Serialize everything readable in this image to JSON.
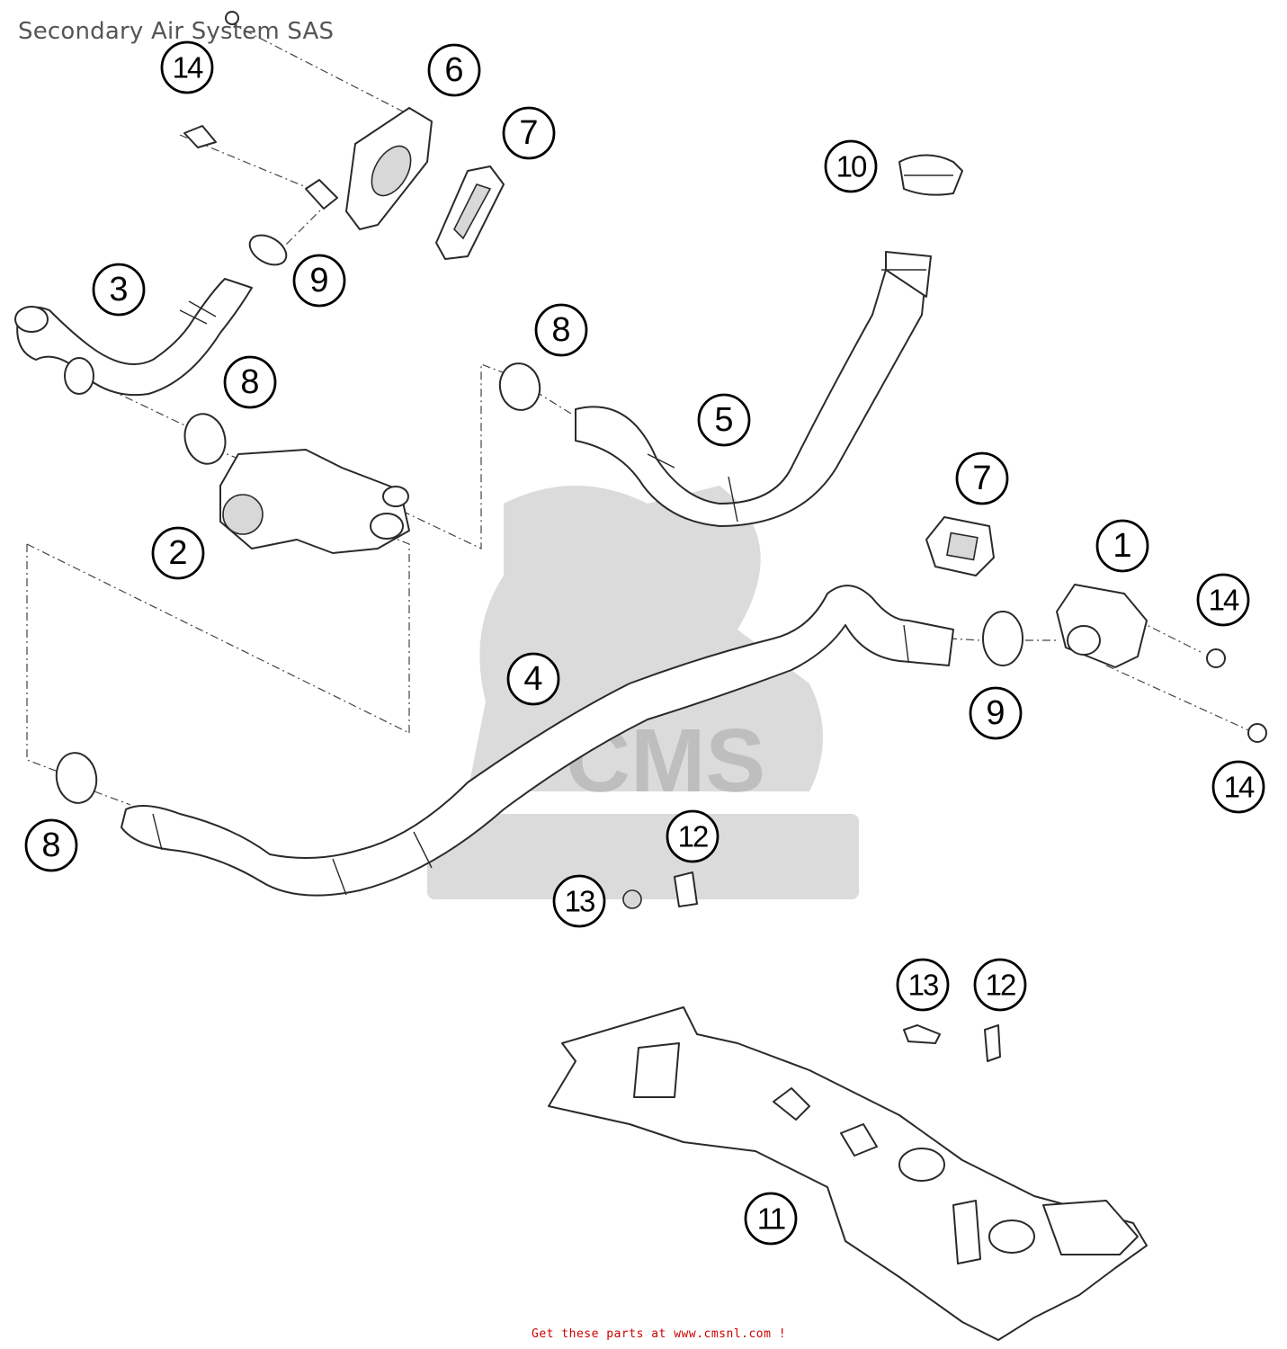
{
  "title": "Secondary Air System SAS",
  "footer_link": "Get these parts at www.cmsnl.com !",
  "watermark_text": "CMS",
  "callouts": [
    {
      "id": "c14a",
      "label": "14"
    },
    {
      "id": "c6",
      "label": "6"
    },
    {
      "id": "c7a",
      "label": "7"
    },
    {
      "id": "c10",
      "label": "10"
    },
    {
      "id": "c3",
      "label": "3"
    },
    {
      "id": "c9a",
      "label": "9"
    },
    {
      "id": "c8a",
      "label": "8"
    },
    {
      "id": "c8b",
      "label": "8"
    },
    {
      "id": "c5",
      "label": "5"
    },
    {
      "id": "c7b",
      "label": "7"
    },
    {
      "id": "c2",
      "label": "2"
    },
    {
      "id": "c1",
      "label": "1"
    },
    {
      "id": "c14b",
      "label": "14"
    },
    {
      "id": "c4",
      "label": "4"
    },
    {
      "id": "c9b",
      "label": "9"
    },
    {
      "id": "c14c",
      "label": "14"
    },
    {
      "id": "c8c",
      "label": "8"
    },
    {
      "id": "c12a",
      "label": "12"
    },
    {
      "id": "c13a",
      "label": "13"
    },
    {
      "id": "c13b",
      "label": "13"
    },
    {
      "id": "c12b",
      "label": "12"
    },
    {
      "id": "c11",
      "label": "11"
    }
  ]
}
